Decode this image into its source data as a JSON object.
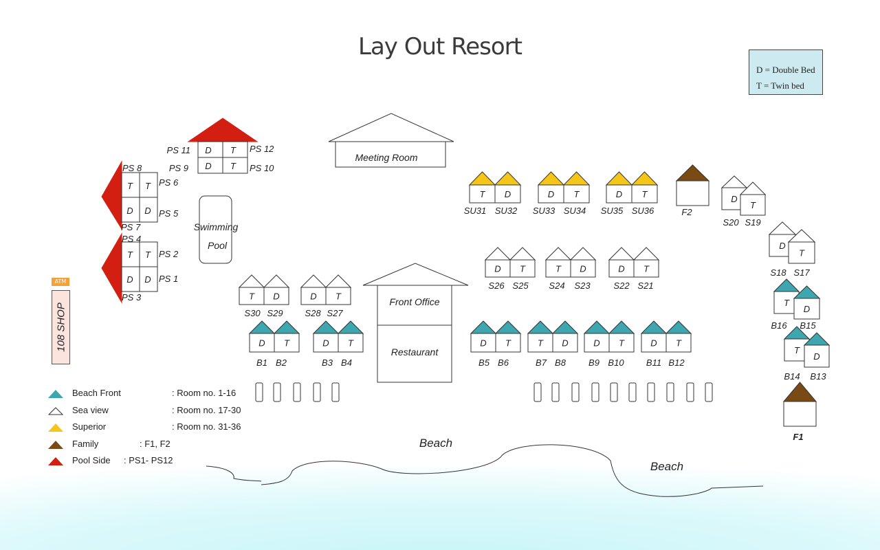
{
  "title": "Lay Out Resort",
  "key": {
    "double": "D = Double Bed",
    "twin": "T = Twin bed"
  },
  "atm": "ATM",
  "shop": "108 SHOP",
  "meeting_room": "Meeting Room",
  "front_office": "Front Office",
  "restaurant": "Restaurant",
  "pool": [
    "Swimming",
    "Pool"
  ],
  "beach_labels": [
    "Beach",
    "Beach"
  ],
  "colors": {
    "beach_front": "#3ea6ae",
    "sea_view": "#ffffff",
    "superior": "#f5c518",
    "family": "#7a4a14",
    "pool_side": "#d21f12"
  },
  "legend": [
    {
      "name": "Beach Front",
      "range": ": Room no. 1-16",
      "type": "beach_front"
    },
    {
      "name": "Sea view",
      "range": ": Room no. 17-30",
      "type": "sea_view"
    },
    {
      "name": "Superior",
      "range": ": Room no. 31-36",
      "type": "superior"
    },
    {
      "name": "Family",
      "range": ": F1, F2",
      "type": "family"
    },
    {
      "name": "Pool Side",
      "range": ": PS1- PS12",
      "type": "pool_side"
    }
  ],
  "pool_side_rooms": {
    "top_block": {
      "cells": [
        "D",
        "T",
        "D",
        "T"
      ],
      "labels": [
        "PS 11",
        "PS 12",
        "PS 9",
        "PS 10"
      ]
    },
    "upper_block": {
      "cells": [
        "T",
        "T",
        "D",
        "D"
      ],
      "labels": [
        "PS 8",
        "PS 6",
        "PS 5",
        "PS 7"
      ]
    },
    "lower_block": {
      "cells": [
        "T",
        "T",
        "D",
        "D"
      ],
      "labels": [
        "PS 4",
        "PS 2",
        "PS 1",
        "PS 3"
      ]
    }
  },
  "superior_rooms": [
    {
      "beds": [
        "T",
        "D"
      ],
      "labels": [
        "SU31",
        "SU32"
      ]
    },
    {
      "beds": [
        "D",
        "T"
      ],
      "labels": [
        "SU33",
        "SU34"
      ]
    },
    {
      "beds": [
        "D",
        "T"
      ],
      "labels": [
        "SU35",
        "SU36"
      ]
    }
  ],
  "family_rooms": [
    {
      "label": "F2"
    },
    {
      "label": "F1"
    }
  ],
  "sea_view_pairs": [
    {
      "beds": [
        "T",
        "D"
      ],
      "labels": [
        "S30",
        "S29"
      ]
    },
    {
      "beds": [
        "D",
        "T"
      ],
      "labels": [
        "S28",
        "S27"
      ]
    },
    {
      "beds": [
        "D",
        "T"
      ],
      "labels": [
        "S26",
        "S25"
      ]
    },
    {
      "beds": [
        "T",
        "D"
      ],
      "labels": [
        "S24",
        "S23"
      ]
    },
    {
      "beds": [
        "D",
        "T"
      ],
      "labels": [
        "S22",
        "S21"
      ]
    },
    {
      "beds": [
        "D",
        "T"
      ],
      "labels": [
        "S20",
        "S19"
      ]
    },
    {
      "beds": [
        "D",
        "T"
      ],
      "labels": [
        "S18",
        "S17"
      ]
    }
  ],
  "beach_front_pairs": [
    {
      "beds": [
        "D",
        "T"
      ],
      "labels": [
        "B1",
        "B2"
      ]
    },
    {
      "beds": [
        "D",
        "T"
      ],
      "labels": [
        "B3",
        "B4"
      ]
    },
    {
      "beds": [
        "D",
        "T"
      ],
      "labels": [
        "B5",
        "B6"
      ]
    },
    {
      "beds": [
        "T",
        "D"
      ],
      "labels": [
        "B7",
        "B8"
      ]
    },
    {
      "beds": [
        "D",
        "T"
      ],
      "labels": [
        "B9",
        "B10"
      ]
    },
    {
      "beds": [
        "D",
        "T"
      ],
      "labels": [
        "B11",
        "B12"
      ]
    },
    {
      "beds": [
        "T",
        "D"
      ],
      "labels": [
        "B16",
        "B15"
      ]
    },
    {
      "beds": [
        "T",
        "D"
      ],
      "labels": [
        "B14",
        "B13"
      ]
    }
  ]
}
